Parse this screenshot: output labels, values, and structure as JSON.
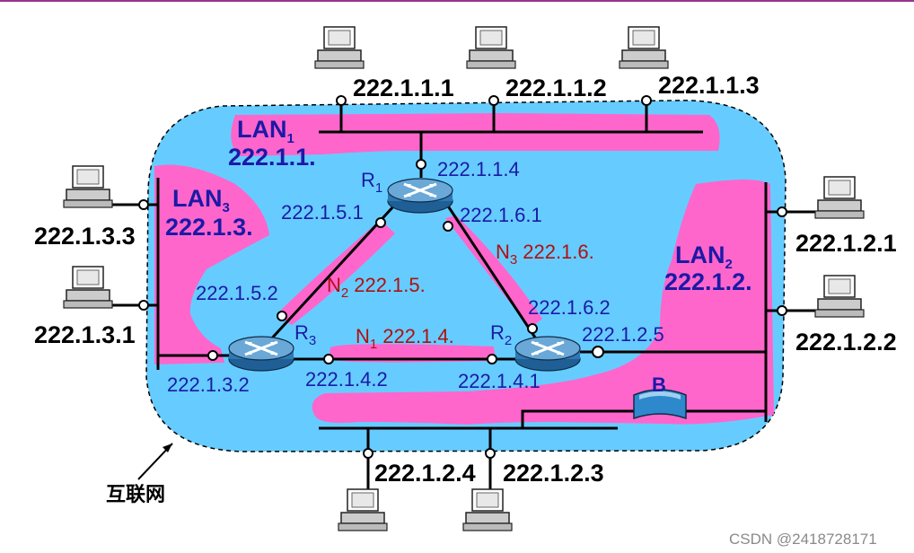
{
  "colors": {
    "internet_fill": "#66ccff",
    "lan_highlight": "#ff66cc",
    "link": "#000000",
    "blue_text": "#1a1aa6",
    "net_text": "#b01010",
    "top_rule": "#99338a"
  },
  "internet_label": "互联网",
  "watermark": "CSDN @2418728171",
  "lans": {
    "lan1": {
      "name": "LAN",
      "sub": "1",
      "prefix": "222.1.1."
    },
    "lan2": {
      "name": "LAN",
      "sub": "2",
      "prefix": "222.1.2."
    },
    "lan3": {
      "name": "LAN",
      "sub": "3",
      "prefix": "222.1.3."
    }
  },
  "networks": {
    "n1": {
      "name": "N",
      "sub": "1",
      "prefix": "222.1.4."
    },
    "n2": {
      "name": "N",
      "sub": "2",
      "prefix": "222.1.5."
    },
    "n3": {
      "name": "N",
      "sub": "3",
      "prefix": "222.1.6."
    }
  },
  "routers": {
    "r1": {
      "name": "R",
      "sub": "1",
      "ifaces": [
        "222.1.1.4",
        "222.1.5.1",
        "222.1.6.1"
      ]
    },
    "r2": {
      "name": "R",
      "sub": "2",
      "ifaces": [
        "222.1.6.2",
        "222.1.2.5",
        "222.1.4.1"
      ]
    },
    "r3": {
      "name": "R",
      "sub": "3",
      "ifaces": [
        "222.1.5.2",
        "222.1.3.2",
        "222.1.4.2"
      ]
    }
  },
  "bridge": {
    "label": "B"
  },
  "hosts": {
    "lan1": [
      "222.1.1.1",
      "222.1.1.2",
      "222.1.1.3"
    ],
    "lan2_right": [
      "222.1.2.1",
      "222.1.2.2"
    ],
    "lan2_bottom": [
      "222.1.2.4",
      "222.1.2.3"
    ],
    "lan3": [
      "222.1.3.3",
      "222.1.3.1"
    ]
  }
}
